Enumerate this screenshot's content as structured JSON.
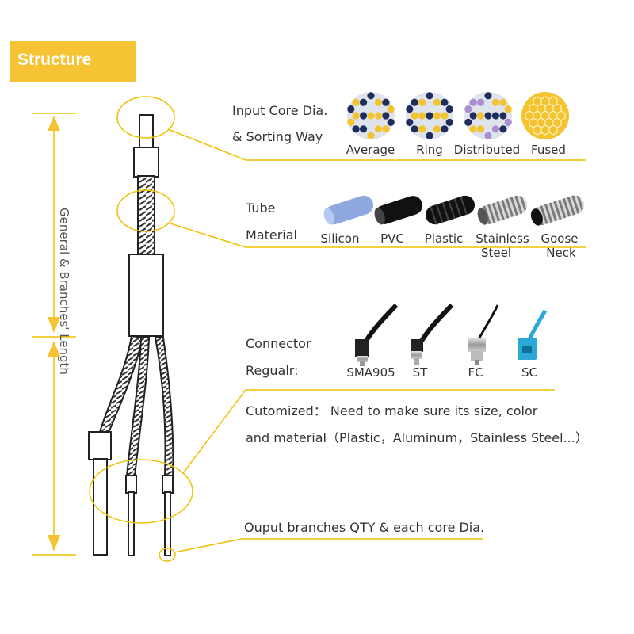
{
  "banner": {
    "title": "Structure"
  },
  "length_label": "General & Branches' Length",
  "core": {
    "label_line1": "Input Core Dia.",
    "label_line2": "& Sorting Way",
    "items": [
      "Average",
      "Ring",
      "Distributed",
      "Fused"
    ]
  },
  "tube": {
    "label_line1": "Tube",
    "label_line2": "Material",
    "items": [
      {
        "line1": "Silicon",
        "line2": ""
      },
      {
        "line1": "PVC",
        "line2": ""
      },
      {
        "line1": "Plastic",
        "line2": ""
      },
      {
        "line1": "Stainless",
        "line2": "Steel"
      },
      {
        "line1": "Goose",
        "line2": "Neck"
      }
    ]
  },
  "connector": {
    "label_line1": "Connector",
    "label_line2": "Regualr:",
    "items": [
      "SMA905",
      "ST",
      "FC",
      "SC"
    ]
  },
  "custom": {
    "line1": "Cutomized：  Need to make sure its size, color",
    "line2": "and material（Plastic，Aluminum，Stainless Steel...）"
  },
  "output": {
    "label": "Ouput branches QTY & each core Dia."
  },
  "colors": {
    "accent": "#f5c333",
    "line": "#f0c000",
    "navy": "#1f2d5c",
    "yellow": "#f4c430",
    "purple": "#a98fd0",
    "silicon": "#8fa8e0",
    "sc_blue": "#2aa8d8"
  }
}
